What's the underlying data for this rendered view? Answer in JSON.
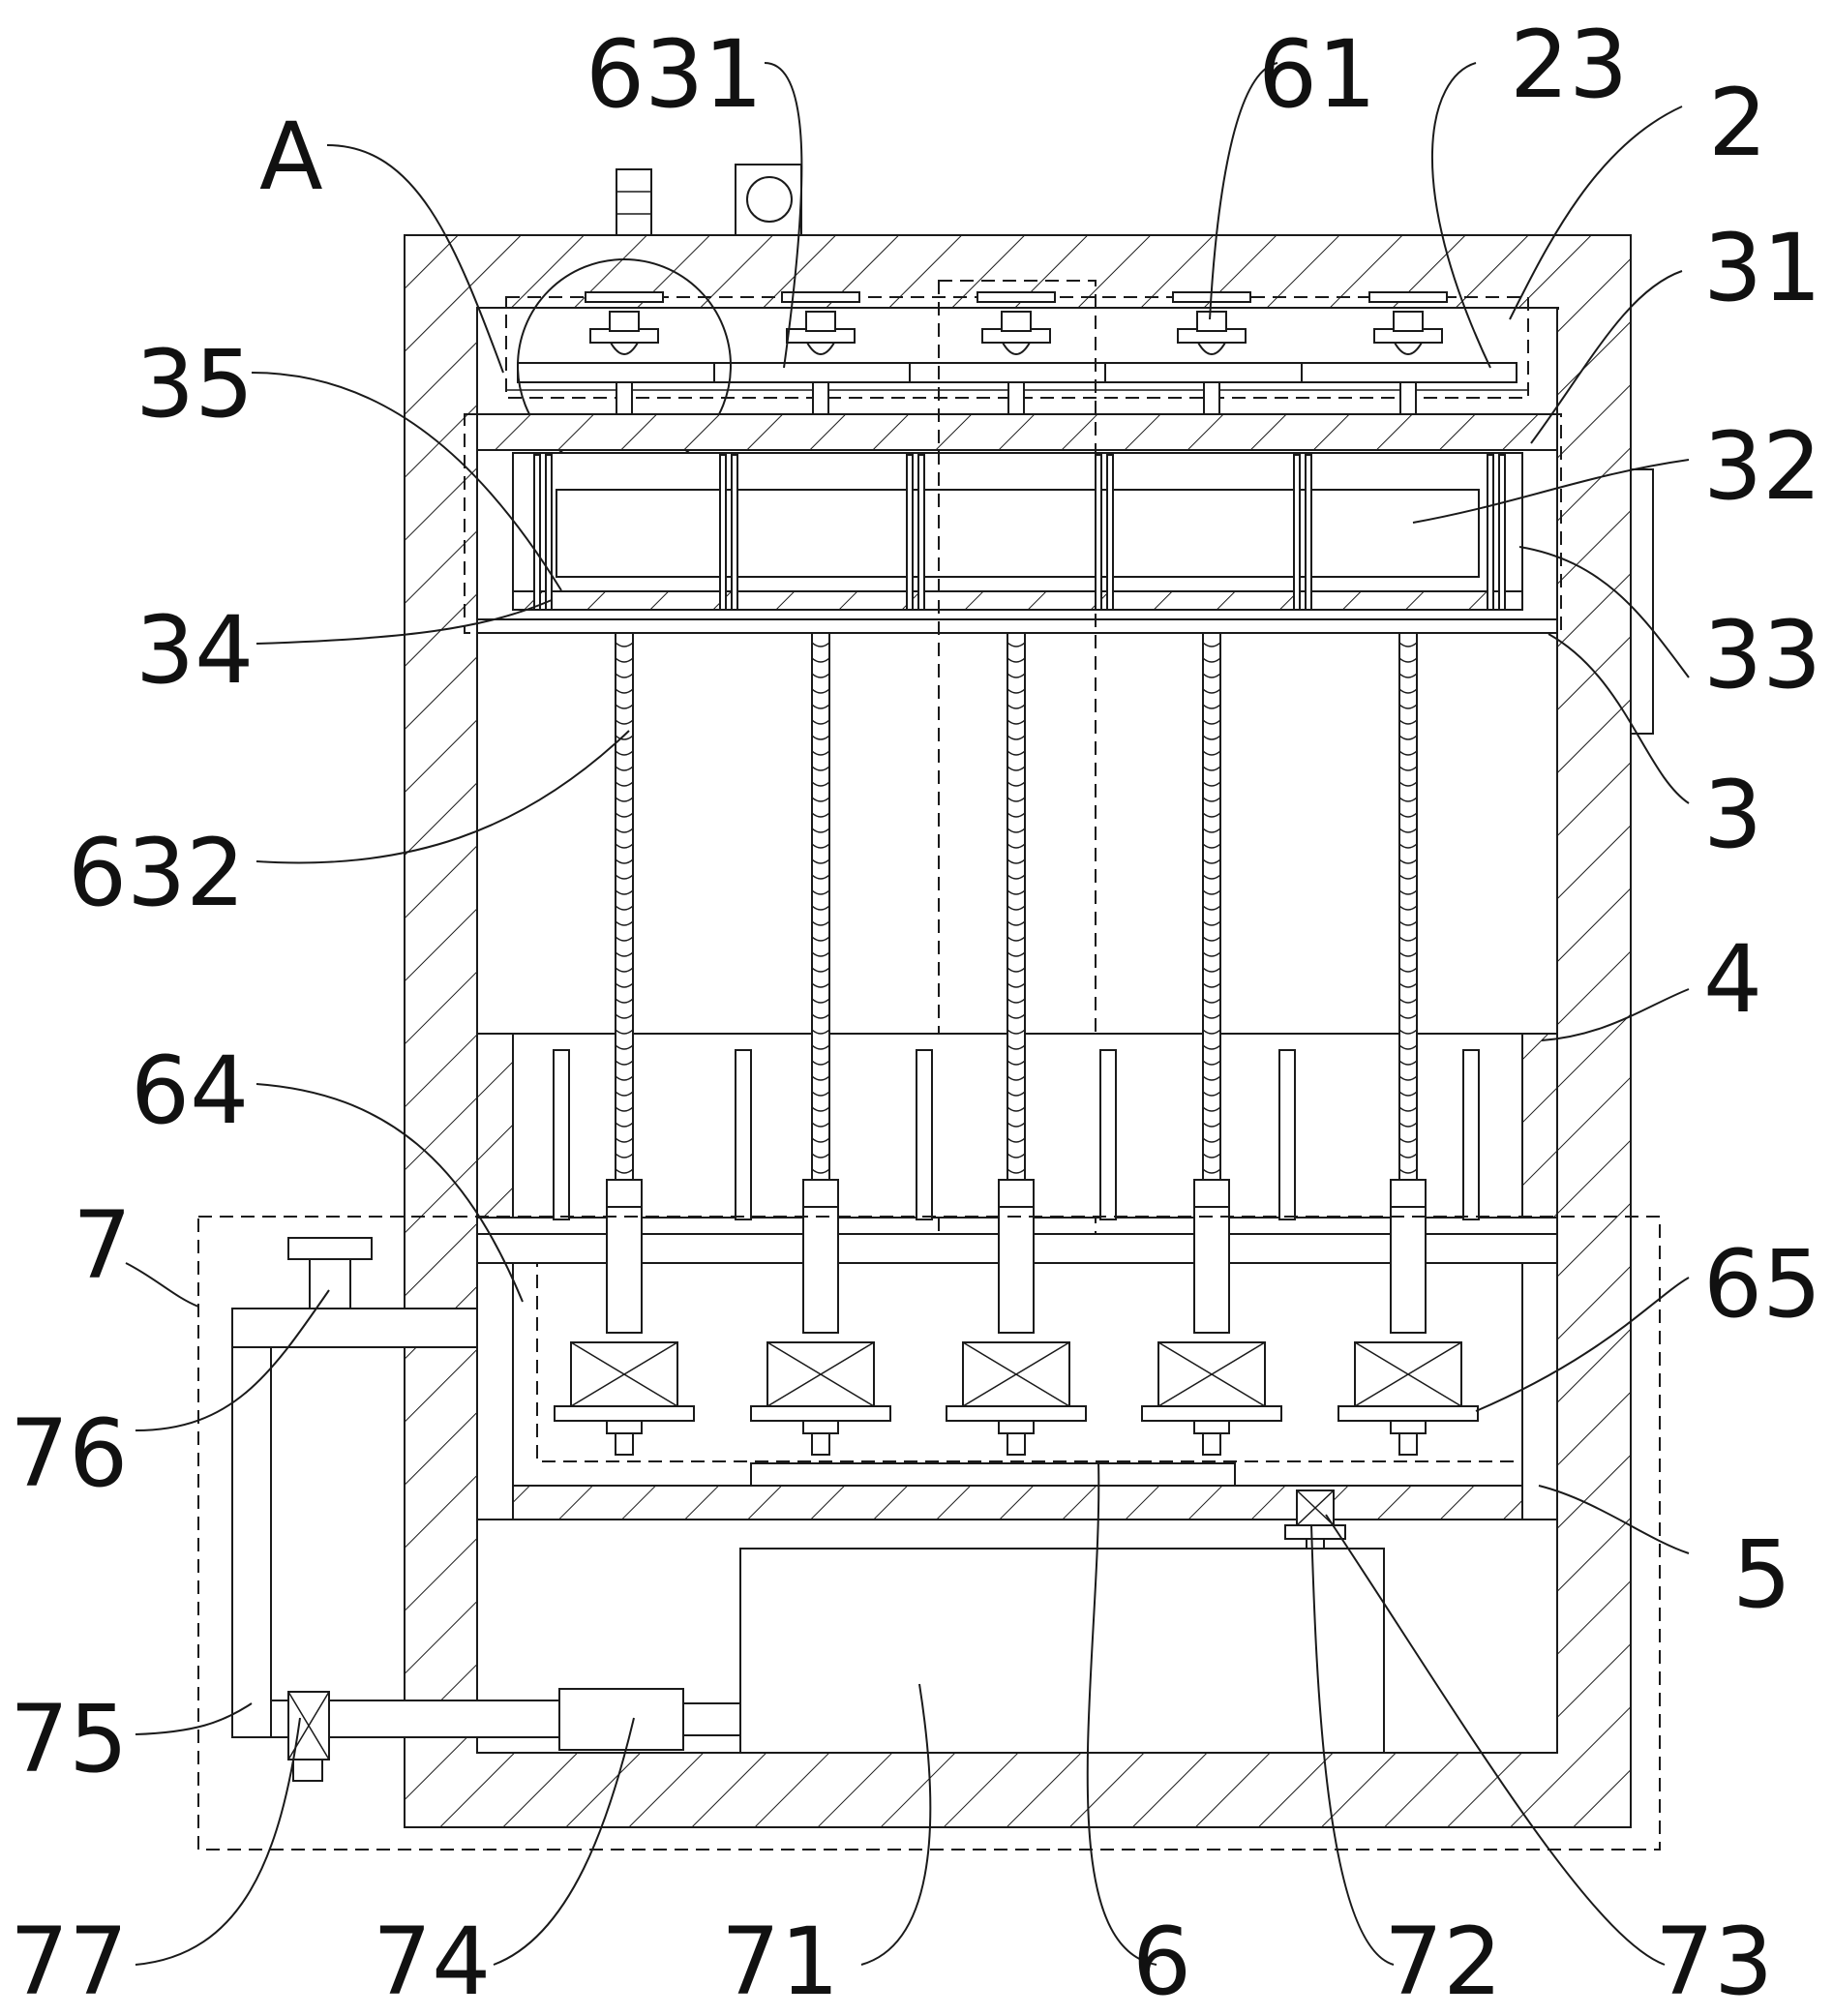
{
  "labels": [
    {
      "id": "A",
      "text": "A"
    },
    {
      "id": "631",
      "text": "631"
    },
    {
      "id": "61",
      "text": "61"
    },
    {
      "id": "23",
      "text": "23"
    },
    {
      "id": "2",
      "text": "2"
    },
    {
      "id": "31",
      "text": "31"
    },
    {
      "id": "35",
      "text": "35"
    },
    {
      "id": "32",
      "text": "32"
    },
    {
      "id": "34",
      "text": "34"
    },
    {
      "id": "33",
      "text": "33"
    },
    {
      "id": "632",
      "text": "632"
    },
    {
      "id": "3",
      "text": "3"
    },
    {
      "id": "4",
      "text": "4"
    },
    {
      "id": "64",
      "text": "64"
    },
    {
      "id": "7",
      "text": "7"
    },
    {
      "id": "65",
      "text": "65"
    },
    {
      "id": "76",
      "text": "76"
    },
    {
      "id": "5",
      "text": "5"
    },
    {
      "id": "75",
      "text": "75"
    },
    {
      "id": "77",
      "text": "77"
    },
    {
      "id": "74",
      "text": "74"
    },
    {
      "id": "71",
      "text": "71"
    },
    {
      "id": "6",
      "text": "6"
    },
    {
      "id": "72",
      "text": "72"
    },
    {
      "id": "73",
      "text": "73"
    }
  ],
  "colors": {
    "line": "#1a1a1a",
    "background": "#ffffff"
  }
}
